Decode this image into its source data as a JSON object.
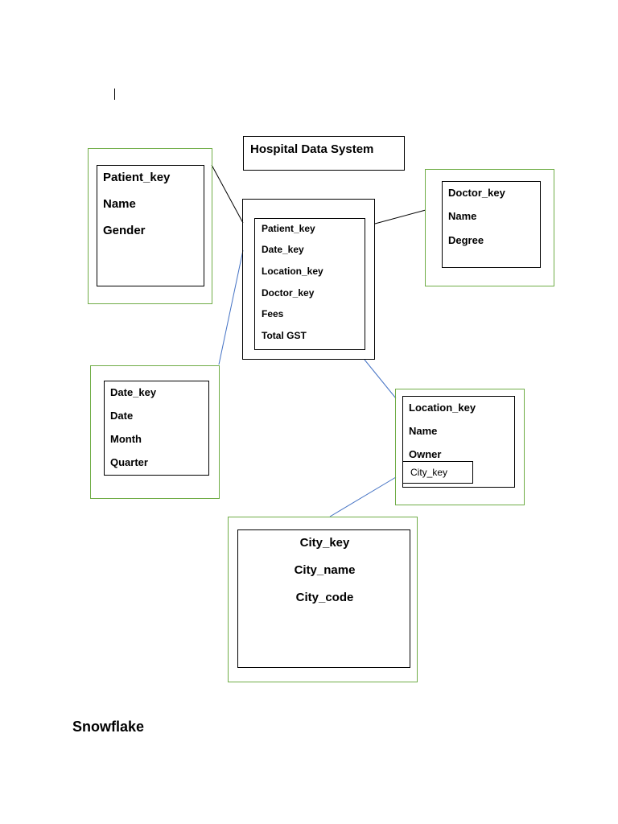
{
  "diagram": {
    "title": "Hospital Data System",
    "caption": "Snowflake",
    "colors": {
      "outer_border": "#70ad47",
      "inner_border": "#000000",
      "link_blue": "#4472c4",
      "link_black": "#000000"
    },
    "fact_table": {
      "fields": [
        "Patient_key",
        "Date_key",
        "Location_key",
        "Doctor_key",
        "Fees",
        "Total GST"
      ]
    },
    "patient_dimension": {
      "fields": [
        "Patient_key",
        "Name",
        "Gender"
      ]
    },
    "doctor_dimension": {
      "fields": [
        "Doctor_key",
        "Name",
        "Degree"
      ]
    },
    "date_dimension": {
      "fields": [
        "Date_key",
        "Date",
        "Month",
        "Quarter"
      ]
    },
    "location_dimension": {
      "fields": [
        "Location_key",
        "Name",
        "Owner"
      ],
      "foreign_key": "City_key"
    },
    "city_dimension": {
      "fields": [
        "City_key",
        "City_name",
        "City_code"
      ]
    }
  }
}
